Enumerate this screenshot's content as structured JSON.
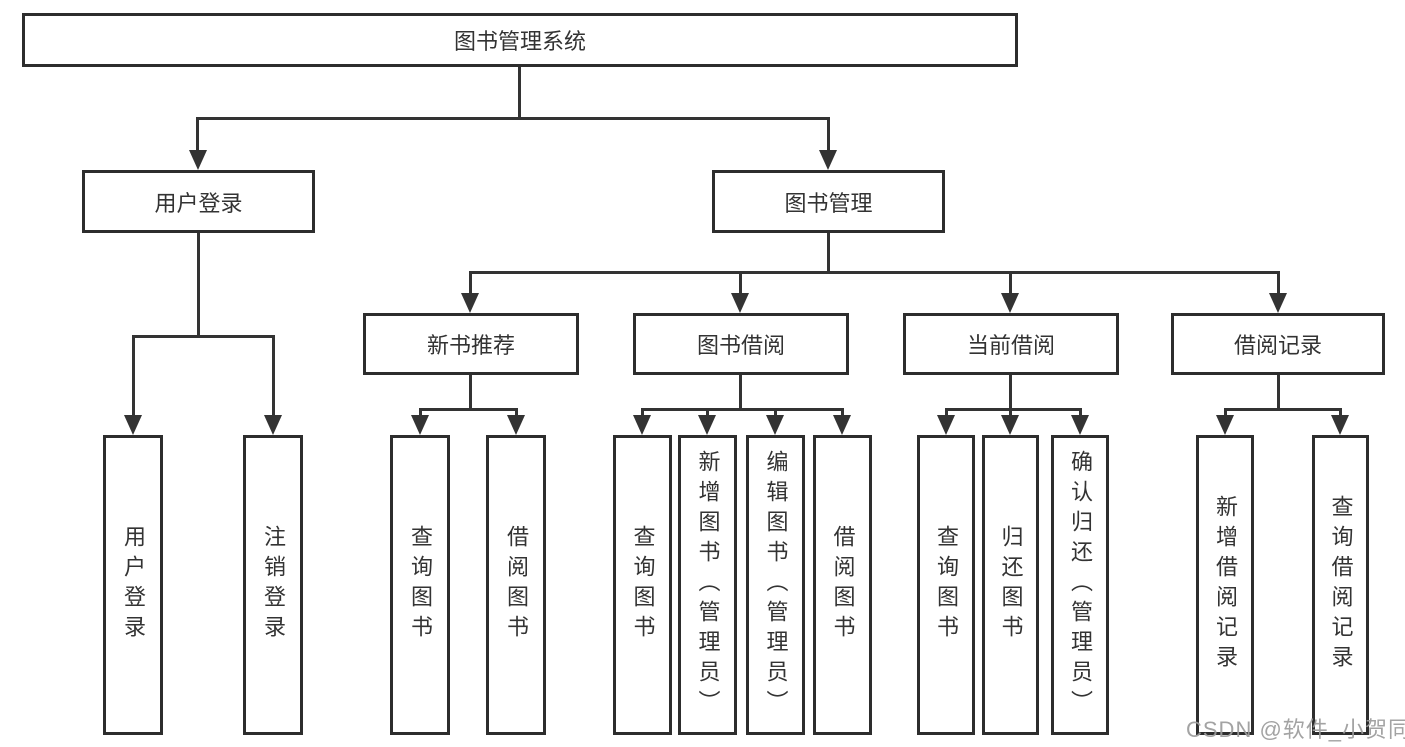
{
  "diagram": {
    "watermark": "CSDN @软件_小贺同学",
    "nodes": {
      "root": {
        "label": "图书管理系统"
      },
      "user_login": {
        "label": "用户登录"
      },
      "book_mgmt": {
        "label": "图书管理"
      },
      "new_book_rec": {
        "label": "新书推荐"
      },
      "book_borrow": {
        "label": "图书借阅"
      },
      "current_borrow": {
        "label": "当前借阅"
      },
      "borrow_records": {
        "label": "借阅记录"
      },
      "leaf_user_login": {
        "label": "用户登录"
      },
      "leaf_logout": {
        "label": "注销登录"
      },
      "rec_query": {
        "label": "查询图书"
      },
      "rec_borrow": {
        "label": "借阅图书"
      },
      "bor_query": {
        "label": "查询图书"
      },
      "bor_add": {
        "label": "新增图书（管理员）"
      },
      "bor_edit": {
        "label": "编辑图书（管理员）"
      },
      "bor_borrow": {
        "label": "借阅图书"
      },
      "cur_query": {
        "label": "查询图书"
      },
      "cur_return": {
        "label": "归还图书"
      },
      "cur_confirm": {
        "label": "确认归还（管理员）"
      },
      "recd_add": {
        "label": "新增借阅记录"
      },
      "recd_query": {
        "label": "查询借阅记录"
      }
    }
  }
}
